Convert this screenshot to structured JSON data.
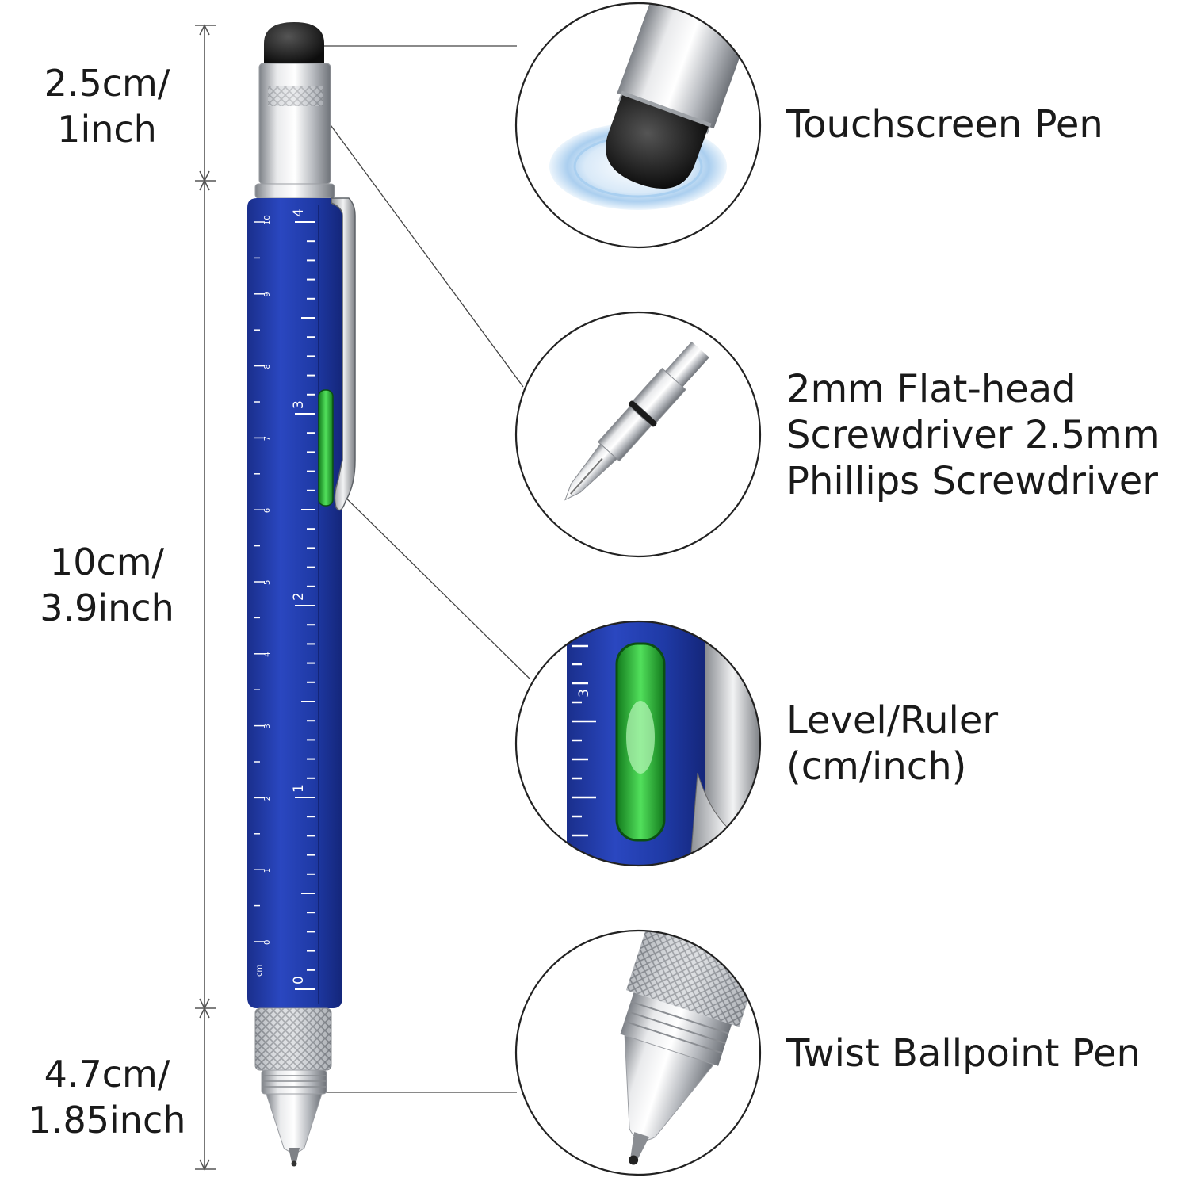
{
  "dimensions": [
    {
      "line1": "2.5cm/",
      "line2": "1inch"
    },
    {
      "line1": "10cm/",
      "line2": "3.9inch"
    },
    {
      "line1": "4.7cm/",
      "line2": "1.85inch"
    }
  ],
  "features": [
    {
      "lines": [
        "Touchscreen Pen"
      ],
      "icon": "stylus-tip-icon"
    },
    {
      "lines": [
        "2mm Flat-head",
        "Screwdriver 2.5mm",
        "Phillips Screwdriver"
      ],
      "icon": "screwdriver-bit-icon"
    },
    {
      "lines": [
        "Level/Ruler",
        "(cm/inch)"
      ],
      "icon": "spirit-level-icon"
    },
    {
      "lines": [
        "Twist Ballpoint Pen"
      ],
      "icon": "ballpoint-tip-icon"
    }
  ],
  "ruler": {
    "inch_marks": [
      "0",
      "1",
      "2",
      "3",
      "4"
    ],
    "cm_marks": [
      "0",
      "1",
      "2",
      "3",
      "4",
      "5",
      "6",
      "7",
      "8",
      "9",
      "10"
    ],
    "unit_mark": "cm"
  },
  "colors": {
    "pen_body": "#1f3aa6",
    "level_vial": "#2fbf3a",
    "metal": "#c8cbd0",
    "stylus_tip": "#1a1a1a"
  }
}
